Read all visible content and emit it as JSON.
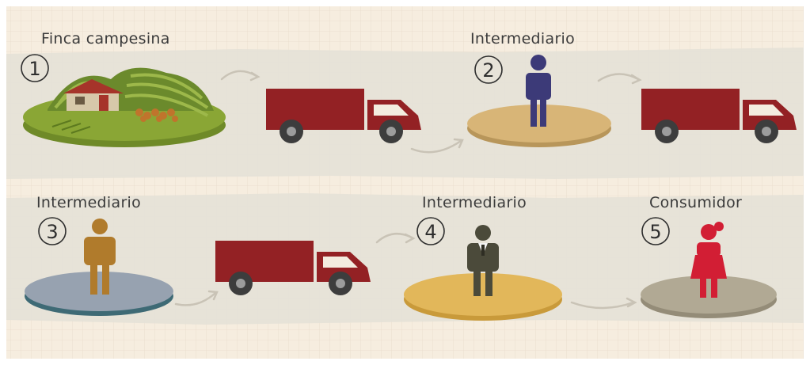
{
  "diagram": {
    "stages": [
      {
        "number": "1",
        "label": "Finca campesina"
      },
      {
        "number": "2",
        "label": "Intermediario"
      },
      {
        "number": "3",
        "label": "Intermediario"
      },
      {
        "number": "4",
        "label": "Intermediario"
      },
      {
        "number": "5",
        "label": "Consumidor"
      }
    ],
    "colors": {
      "background": "#f6eddf",
      "band": "#e6e1d7",
      "truck": "#932124",
      "farm_grass": "#8aa635",
      "platform_2": "#d8b577",
      "platform_3": "#97a2b0",
      "platform_4": "#e2b75a",
      "platform_5": "#b1a994",
      "person_2": "#3c3a78",
      "person_3": "#b07b2c",
      "person_4": "#4b4a3a",
      "person_5": "#d21e34"
    }
  }
}
